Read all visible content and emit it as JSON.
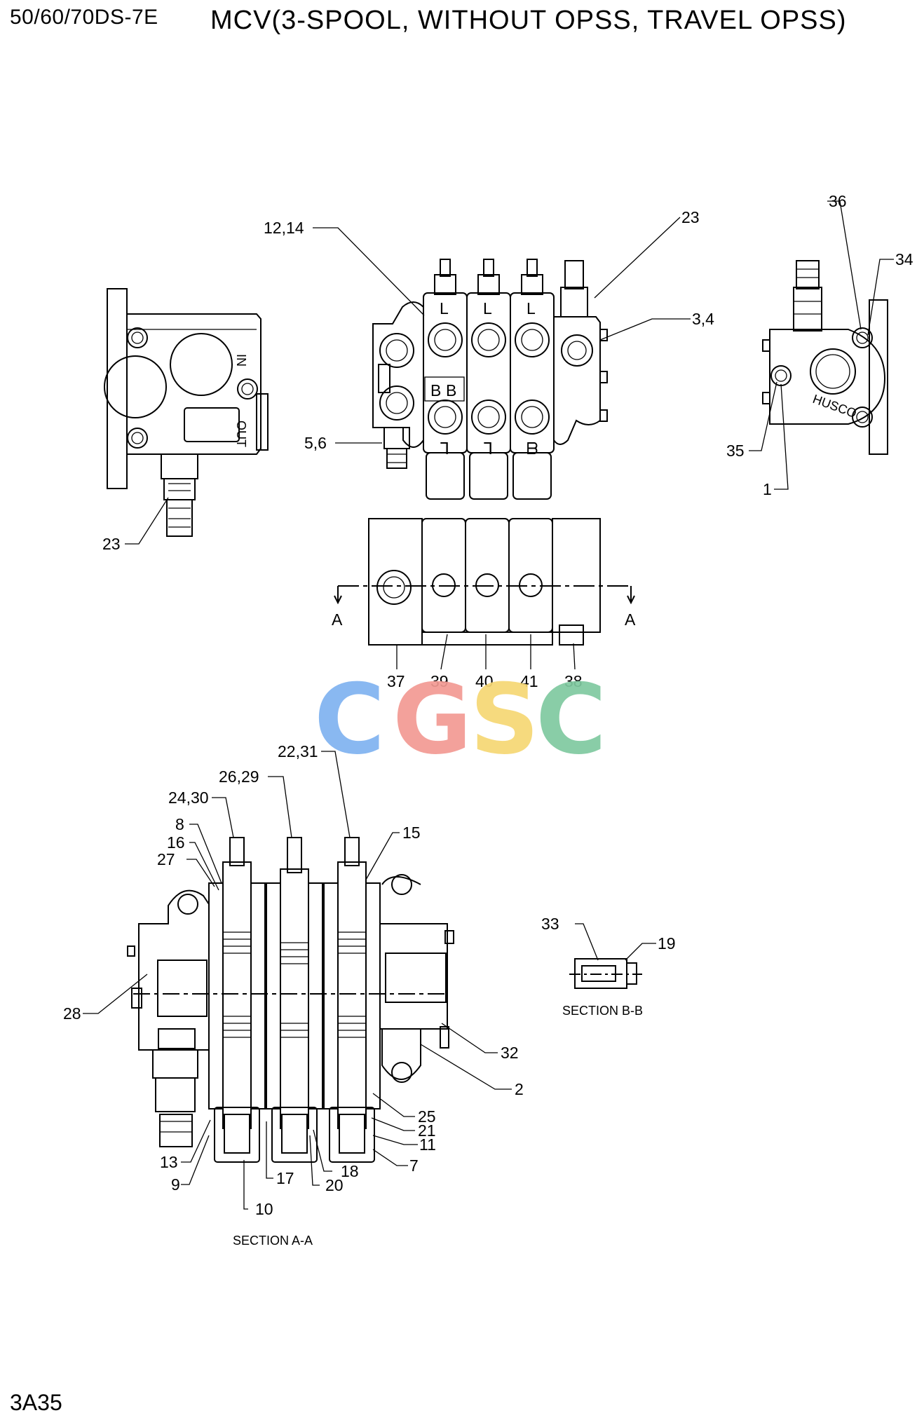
{
  "header": {
    "model": "50/60/70DS-7E",
    "title": "MCV(3-SPOOL, WITHOUT OPSS, TRAVEL OPSS)"
  },
  "footer": {
    "page_id": "3A35"
  },
  "watermark": {
    "letters": [
      {
        "char": "C",
        "color": "#7fb2f0"
      },
      {
        "char": "G",
        "color": "#f29a93"
      },
      {
        "char": "S",
        "color": "#f6d774"
      },
      {
        "char": "C",
        "color": "#7fc9a0"
      }
    ]
  },
  "side_view": {
    "port_in": "IN",
    "port_out": "OUT"
  },
  "front_view": {
    "section_marks": [
      "L",
      "L",
      "B",
      "B"
    ],
    "end_marks": [
      "ᒣ",
      "ᒣ",
      "ᗷ"
    ]
  },
  "right_view": {
    "brand": "HUSCO"
  },
  "callouts": {
    "c12_14": "12,14",
    "c23_top": "23",
    "c3_4": "3,4",
    "c5_6": "5,6",
    "c23_left": "23",
    "c36": "36",
    "c34": "34",
    "c35": "35",
    "c1": "1",
    "c37": "37",
    "c39": "39",
    "c40": "40",
    "c41": "41",
    "c38": "38",
    "c22_31": "22,31",
    "c26_29": "26,29",
    "c24_30": "24,30",
    "c8": "8",
    "c16": "16",
    "c27": "27",
    "c15": "15",
    "c28": "28",
    "c32": "32",
    "c2": "2",
    "c25": "25",
    "c21": "21",
    "c11": "11",
    "c7": "7",
    "c18": "18",
    "c20": "20",
    "c17": "17",
    "c10": "10",
    "c13": "13",
    "c9": "9",
    "c33": "33",
    "c19": "19"
  },
  "section_marks": {
    "a_left": "A",
    "a_right": "A"
  },
  "captions": {
    "section_aa": "SECTION A-A",
    "section_bb": "SECTION B-B"
  }
}
